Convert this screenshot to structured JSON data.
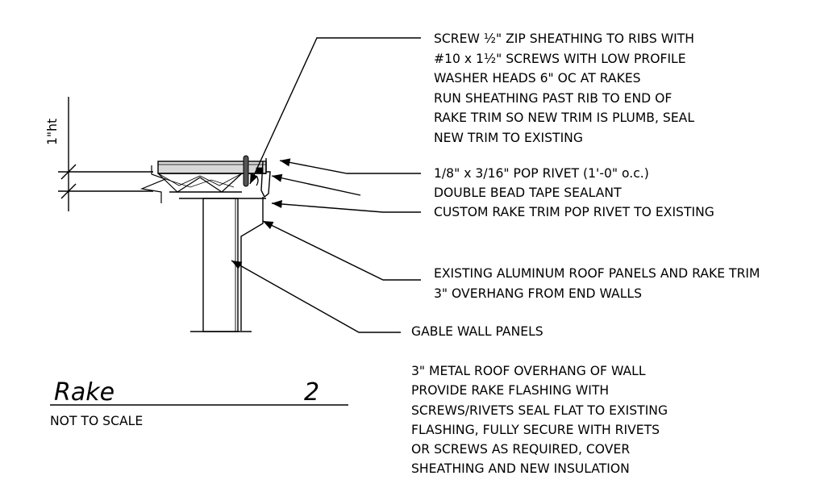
{
  "detail": {
    "title": "Rake",
    "number": "2",
    "scale_note": "NOT TO SCALE",
    "dimension_label": "1\"ht"
  },
  "callouts": {
    "zip_sheathing": [
      "SCREW ½\" ZIP SHEATHING TO RIBS WITH",
      "#10 x 1½\" SCREWS WITH LOW PROFILE",
      "WASHER HEADS 6\" OC AT RAKES",
      "RUN SHEATHING PAST RIB TO END OF",
      "RAKE TRIM SO NEW TRIM IS PLUMB, SEAL",
      "NEW TRIM TO EXISTING"
    ],
    "pop_rivet": "1/8\" x 3/16\" POP RIVET (1'-0\" o.c.)",
    "tape_sealant": "DOUBLE BEAD TAPE SEALANT",
    "custom_trim": "CUSTOM RAKE TRIM POP RIVET TO EXISTING",
    "existing_panels": [
      "EXISTING  ALUMINUM ROOF PANELS AND RAKE TRIM",
      "3\" OVERHANG FROM END WALLS"
    ],
    "gable_wall": "GABLE WALL PANELS",
    "overhang_note": [
      "3\" METAL ROOF OVERHANG OF WALL",
      "PROVIDE RAKE FLASHING WITH",
      "SCREWS/RIVETS SEAL FLAT TO EXISTING",
      "FLASHING, FULLY SECURE WITH RIVETS",
      "OR SCREWS AS REQUIRED, COVER",
      "SHEATHING AND NEW INSULATION"
    ]
  }
}
